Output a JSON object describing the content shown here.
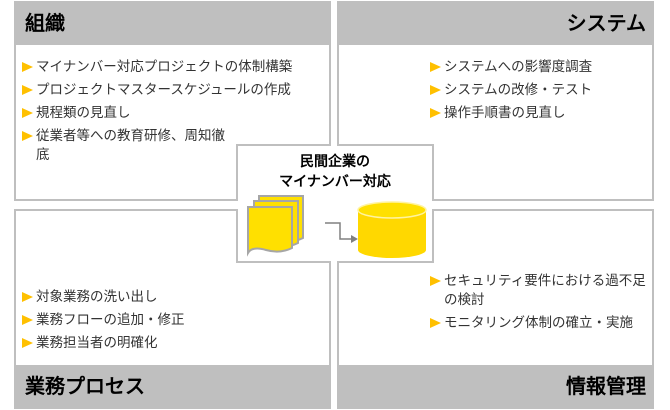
{
  "colors": {
    "header_bg": "#BFBFBF",
    "border": "#BFBFBF",
    "bullet": "#FFC000",
    "icon_fill": "#FFE000",
    "icon_stroke": "#A6A6A6"
  },
  "center": {
    "line1": "民間企業の",
    "line2": "マイナンバー対応",
    "icons": [
      "documents-icon",
      "arrow-icon",
      "database-icon"
    ]
  },
  "panels": {
    "organization": {
      "title": "組織",
      "items": [
        "マイナンバー対応プロジェクトの体制構築",
        "プロジェクトマスタースケジュールの作成",
        "規程類の見直し",
        "従業者等への教育研修、周知徹底"
      ]
    },
    "system": {
      "title": "システム",
      "items": [
        "システムへの影響度調査",
        "システムの改修・テスト",
        "操作手順書の見直し"
      ]
    },
    "business_process": {
      "title": "業務プロセス",
      "items": [
        "対象業務の洗い出し",
        "業務フローの追加・修正",
        "業務担当者の明確化"
      ]
    },
    "info_management": {
      "title": "情報管理",
      "items": [
        "セキュリティ要件における過不足の検討",
        "モニタリング体制の確立・実施"
      ]
    }
  }
}
